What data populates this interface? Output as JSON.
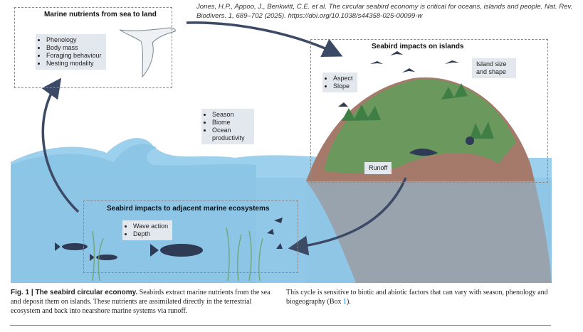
{
  "citation": "Jones, H.P., Appoo, J., Benkwitt, C.E. et al. The circular seabird economy is critical for oceans, islands and people. Nat. Rev. Biodivers. 1, 689–702 (2025). https://doi.org/10.1038/s44358-025-00099-w",
  "sections": {
    "sea_to_land": {
      "title": "Marine nutrients from sea to land",
      "items": [
        "Phenology",
        "Body mass",
        "Foraging behaviour",
        "Nesting modality"
      ]
    },
    "islands": {
      "title": "Seabird impacts on islands",
      "aspect_items": [
        "Aspect",
        "Slope"
      ],
      "island_size": "Island size and shape",
      "runoff": "Runoff"
    },
    "marine": {
      "title": "Seabird impacts to adjacent marine ecosystems",
      "items": [
        "Wave action",
        "Depth"
      ]
    },
    "environment_items": [
      "Season",
      "Biome",
      "Ocean productivity"
    ]
  },
  "caption": {
    "fig_label": "Fig. 1 | The seabird circular economy.",
    "text_left": " Seabirds extract marine nutrients from the sea and deposit them on islands. These nutrients are assimilated directly in the terrestrial ecosystem and back into nearshore marine systems via runoff.",
    "text_right_pre": "This cycle is sensitive to biotic and abiotic factors that can vary with season, phenology and biogeography (Box ",
    "box_link": "1",
    "text_right_post": ")."
  },
  "colors": {
    "water": "#8fc8e8",
    "arrow": "#3d4a66",
    "island": "#a37868",
    "vegetation": "#5f9e5a"
  }
}
